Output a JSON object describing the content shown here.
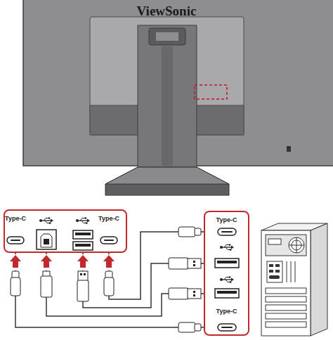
{
  "diagram": {
    "nodes": [
      {
        "text": [
          "Type-C",
          "Type-C"
        ]
      },
      {
        "text": [
          "Type-C",
          "Type-C"
        ]
      }
    ],
    "edges": [
      {
        "from": 0,
        "to": 1,
        "arrow": "none"
      },
      {
        "from": 0,
        "to": 1,
        "arrow": "none"
      },
      {
        "from": 0,
        "to": 1,
        "arrow": "none"
      },
      {
        "from": 0,
        "to": 1,
        "arrow": "none"
      }
    ],
    "labels": [
      "ViewSonic"
    ]
  }
}
